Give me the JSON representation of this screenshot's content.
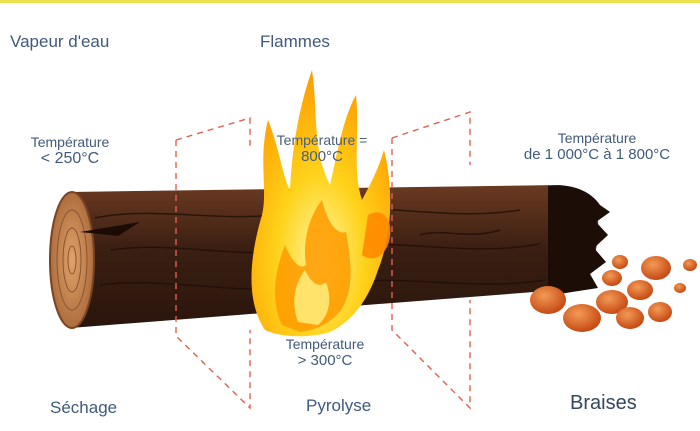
{
  "labels": {
    "vapeur": "Vapeur d'eau",
    "flammes": "Flammes",
    "temp_low": {
      "line1": "Température",
      "line2": "< 250°C"
    },
    "temp_mid": {
      "line1": "Température =",
      "line2": "800°C"
    },
    "temp_right": {
      "line1": "Température",
      "line2": "de 1 000°C à 1 800°C"
    },
    "temp_bottom": {
      "line1": "Température",
      "line2": "> 300°C"
    },
    "sechage": "Séchage",
    "pyrolyse": "Pyrolyse",
    "braises": "Braises"
  },
  "colors": {
    "top_line": "#e8e24a",
    "label_text": "#3f5a7a",
    "log_dark": "#3a1f12",
    "log_mid": "#5a2e18",
    "bark_end": "#c98a55",
    "flame_outer": "#ffcf1a",
    "flame_inner": "#ff8a00",
    "ember": "#d85a1a",
    "dash": "#e06050"
  }
}
